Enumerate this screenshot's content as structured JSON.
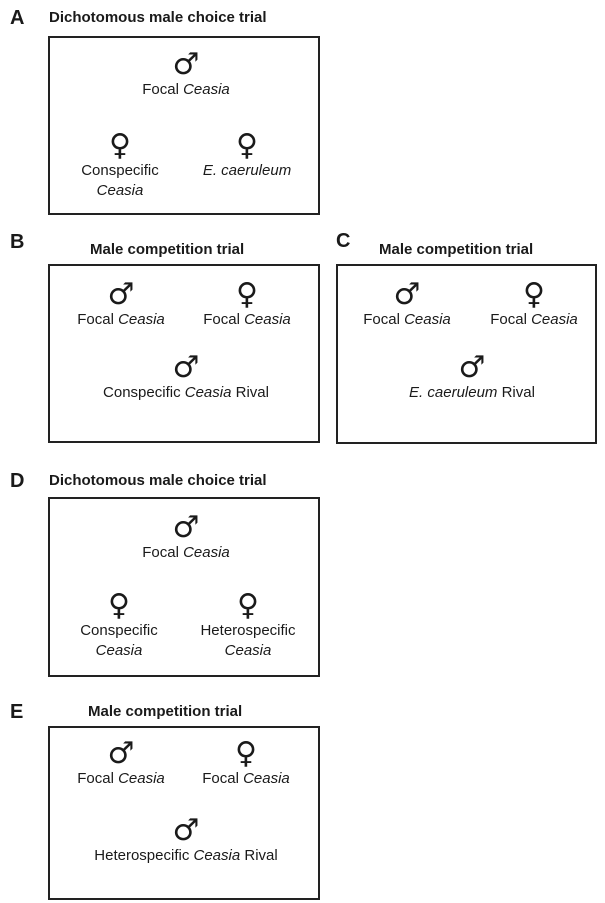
{
  "symbols": {
    "male": "♂",
    "female": "♀"
  },
  "panels": {
    "A": {
      "letter": "A",
      "title": "Dichotomous male choice trial",
      "items": [
        {
          "symbol": "♂",
          "icon": "male-symbol-icon",
          "line1": {
            "plain": "Focal ",
            "italic": "Ceasia",
            "tail": ""
          }
        },
        {
          "symbol": "♀",
          "icon": "female-symbol-icon",
          "line1": {
            "plain": "Conspecific",
            "italic": "",
            "tail": ""
          },
          "line2": {
            "plain": "",
            "italic": "Ceasia",
            "tail": ""
          }
        },
        {
          "symbol": "♀",
          "icon": "female-symbol-icon",
          "line1": {
            "plain": "",
            "italic": "E. caeruleum",
            "tail": ""
          }
        }
      ]
    },
    "B": {
      "letter": "B",
      "title": "Male competition trial",
      "items": [
        {
          "symbol": "♂",
          "icon": "male-symbol-icon",
          "line1": {
            "plain": "Focal ",
            "italic": "Ceasia",
            "tail": ""
          }
        },
        {
          "symbol": "♀",
          "icon": "female-symbol-icon",
          "line1": {
            "plain": "Focal ",
            "italic": "Ceasia",
            "tail": ""
          }
        },
        {
          "symbol": "♂",
          "icon": "male-symbol-icon",
          "line1": {
            "plain": "Conspecific ",
            "italic": "Ceasia",
            "tail": " Rival"
          }
        }
      ]
    },
    "C": {
      "letter": "C",
      "title": "Male competition trial",
      "items": [
        {
          "symbol": "♂",
          "icon": "male-symbol-icon",
          "line1": {
            "plain": "Focal ",
            "italic": "Ceasia",
            "tail": ""
          }
        },
        {
          "symbol": "♀",
          "icon": "female-symbol-icon",
          "line1": {
            "plain": "Focal ",
            "italic": "Ceasia",
            "tail": ""
          }
        },
        {
          "symbol": "♂",
          "icon": "male-symbol-icon",
          "line1": {
            "plain": "",
            "italic": "E. caeruleum",
            "tail": " Rival"
          }
        }
      ]
    },
    "D": {
      "letter": "D",
      "title": "Dichotomous male choice trial",
      "items": [
        {
          "symbol": "♂",
          "icon": "male-symbol-icon",
          "line1": {
            "plain": "Focal ",
            "italic": "Ceasia",
            "tail": ""
          }
        },
        {
          "symbol": "♀",
          "icon": "female-symbol-icon",
          "line1": {
            "plain": "Conspecific",
            "italic": "",
            "tail": ""
          },
          "line2": {
            "plain": "",
            "italic": "Ceasia",
            "tail": ""
          }
        },
        {
          "symbol": "♀",
          "icon": "female-symbol-icon",
          "line1": {
            "plain": "Heterospecific",
            "italic": "",
            "tail": ""
          },
          "line2": {
            "plain": "",
            "italic": "Ceasia",
            "tail": ""
          }
        }
      ]
    },
    "E": {
      "letter": "E",
      "title": "Male competition trial",
      "items": [
        {
          "symbol": "♂",
          "icon": "male-symbol-icon",
          "line1": {
            "plain": "Focal ",
            "italic": "Ceasia",
            "tail": ""
          }
        },
        {
          "symbol": "♀",
          "icon": "female-symbol-icon",
          "line1": {
            "plain": "Focal ",
            "italic": "Ceasia",
            "tail": ""
          }
        },
        {
          "symbol": "♂",
          "icon": "male-symbol-icon",
          "line1": {
            "plain": "Heterospecific ",
            "italic": "Ceasia",
            "tail": " Rival"
          }
        }
      ]
    }
  }
}
